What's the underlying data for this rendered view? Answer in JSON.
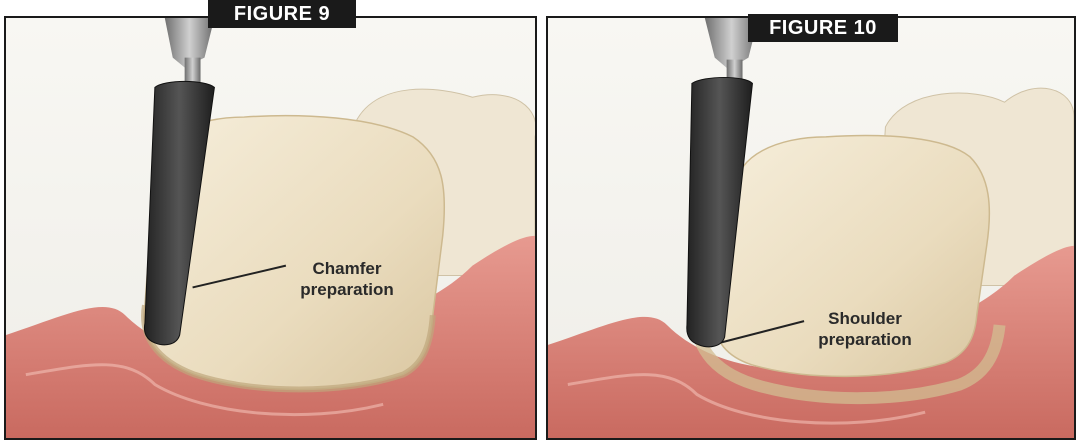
{
  "figures": [
    {
      "tag": "FIGURE 9",
      "label_line1": "Chamfer",
      "label_line2": "preparation"
    },
    {
      "tag": "FIGURE 10",
      "label_line1": "Shoulder",
      "label_line2": "preparation"
    }
  ],
  "colors": {
    "gum": "#d9837a",
    "gum_highlight": "#f0b2a8",
    "tooth": "#eee2c8",
    "tooth_shadow": "#d8c7a4",
    "bur": "#3a3a3a",
    "handpiece": "#9a9a9a",
    "frame": "#1a1a1a"
  }
}
